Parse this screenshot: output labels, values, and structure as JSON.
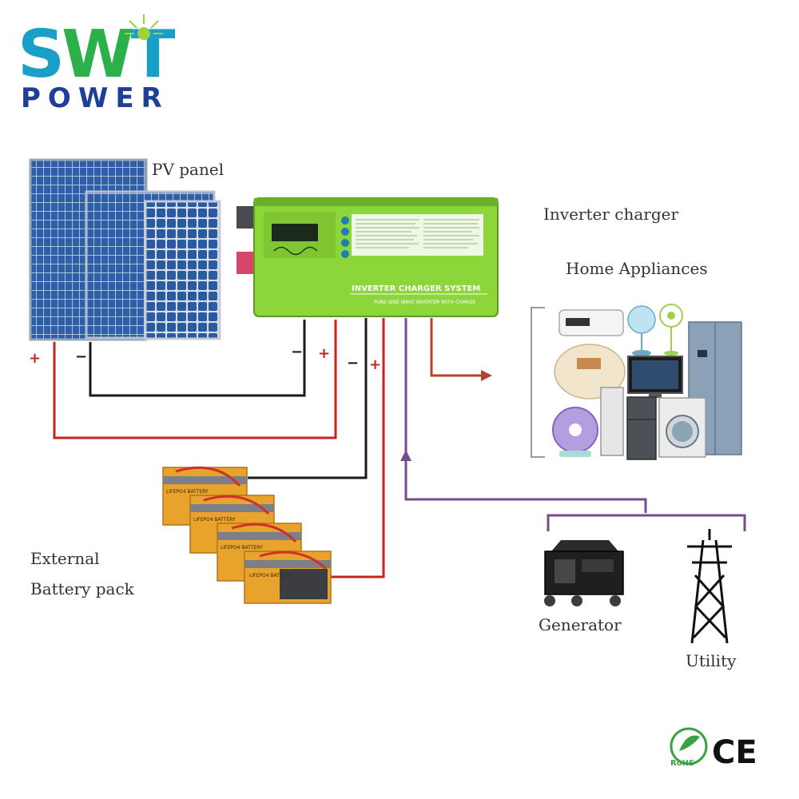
{
  "logo": {
    "brand_main": "SWT",
    "brand_sub": "POWER"
  },
  "labels": {
    "pv_panel": "PV panel",
    "inverter_charger": "Inverter charger",
    "home_appliances": "Home Appliances",
    "external": "External",
    "battery_pack": "Battery pack",
    "generator": "Generator",
    "utility": "Utility"
  },
  "inverter": {
    "title": "INVERTER CHARGER SYSTEM",
    "subtitle": "PURE SINE WAVE INVERTER WITH CHARGE"
  },
  "battery": {
    "label": "LIFEPO4 BATTERY"
  },
  "polarity": {
    "plus": "+",
    "minus": "−"
  },
  "certifications": {
    "rohs": "RoHS",
    "ce": "CE"
  },
  "colors": {
    "positive_wire": "#c8231f",
    "negative_wire": "#1a1a1a",
    "ac_out_wire": "#b0452c",
    "ac_in_wire": "#7a4a8f",
    "inverter_green": "#8dd63a",
    "panel_blue": "#2e5fa8",
    "battery_orange": "#e7a32b"
  }
}
